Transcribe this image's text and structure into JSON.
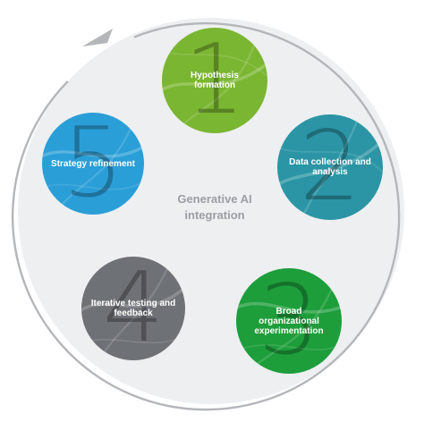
{
  "diagram": {
    "center_label": "Generative AI integration",
    "stages": [
      {
        "number": "1",
        "label": "Hypothesis formation",
        "color": "#7ab631"
      },
      {
        "number": "2",
        "label": "Data collection and analysis",
        "color": "#2b95a5"
      },
      {
        "number": "3",
        "label": "Broad organizational experimentation",
        "color": "#1d9e3b"
      },
      {
        "number": "4",
        "label": "Iterative testing and feedback",
        "color": "#6e7176"
      },
      {
        "number": "5",
        "label": "Strategy refinement",
        "color": "#2a9ed7"
      }
    ],
    "ring_color": "#eeeff1",
    "arrow_color": "#b4b6ba"
  }
}
